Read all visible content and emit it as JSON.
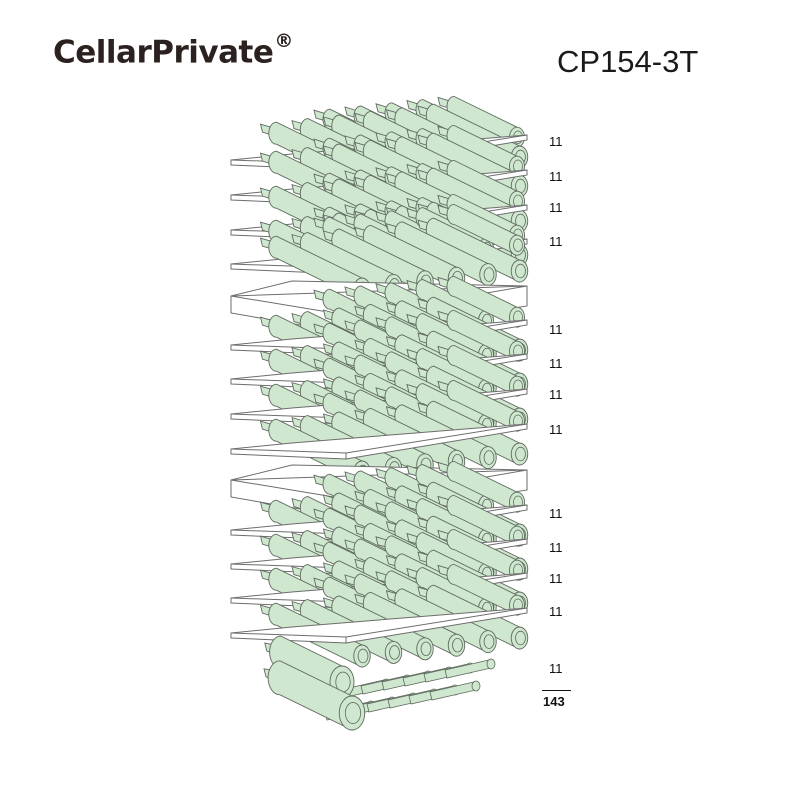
{
  "header": {
    "brand": "CellarPrivate",
    "brand_mark": "®",
    "model": "CP154-3T"
  },
  "zones": 3,
  "shelves": [
    {
      "count": "11",
      "kind": "tier"
    },
    {
      "count": "11",
      "kind": "tier"
    },
    {
      "count": "11",
      "kind": "tier"
    },
    {
      "count": "11",
      "kind": "tier"
    },
    {
      "count": "11",
      "kind": "tier"
    },
    {
      "count": "11",
      "kind": "tier"
    },
    {
      "count": "11",
      "kind": "tier"
    },
    {
      "count": "11",
      "kind": "tier"
    },
    {
      "count": "11",
      "kind": "tier"
    },
    {
      "count": "11",
      "kind": "tier"
    },
    {
      "count": "11",
      "kind": "tier"
    },
    {
      "count": "11",
      "kind": "tier"
    },
    {
      "count": "11",
      "kind": "base"
    }
  ],
  "total": "143",
  "colors": {
    "bottle_fill": "#cfe6cf",
    "bottle_stroke": "#5f6b5f",
    "shelf_fill": "#ffffff",
    "shelf_stroke": "#6d6d6d",
    "text": "#231f20"
  }
}
